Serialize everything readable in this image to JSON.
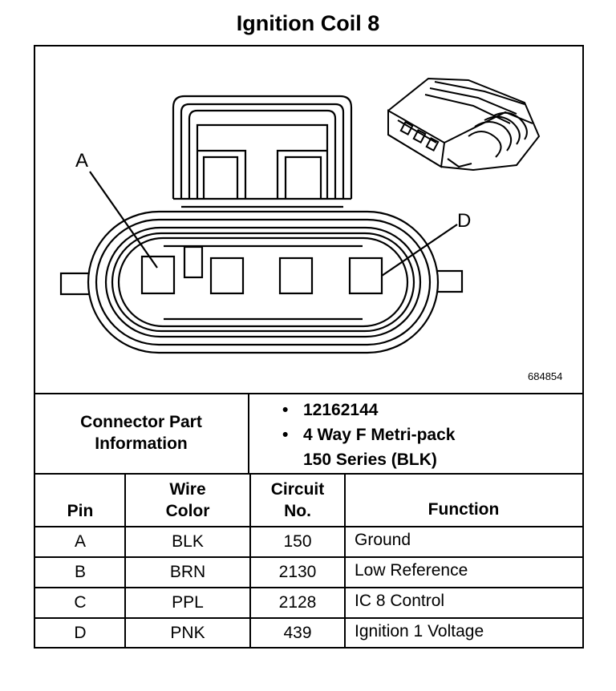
{
  "title": "Ignition Coil 8",
  "figure_number": "684854",
  "pin_callouts": [
    "A",
    "D"
  ],
  "connector_info": {
    "label_line1": "Connector Part",
    "label_line2": "Information",
    "part_number": "12162144",
    "description_line1": "4 Way F Metri-pack",
    "description_line2": "150 Series (BLK)"
  },
  "table": {
    "headers": {
      "pin": "Pin",
      "wire_color_line1": "Wire",
      "wire_color_line2": "Color",
      "circuit_line1": "Circuit",
      "circuit_line2": "No.",
      "function": "Function"
    },
    "rows": [
      {
        "pin": "A",
        "wire": "BLK",
        "circuit": "150",
        "function": "Ground"
      },
      {
        "pin": "B",
        "wire": "BRN",
        "circuit": "2130",
        "function": "Low Reference"
      },
      {
        "pin": "C",
        "wire": "PPL",
        "circuit": "2128",
        "function": "IC 8 Control"
      },
      {
        "pin": "D",
        "wire": "PNK",
        "circuit": "439",
        "function": "Ignition 1 Voltage"
      }
    ]
  }
}
